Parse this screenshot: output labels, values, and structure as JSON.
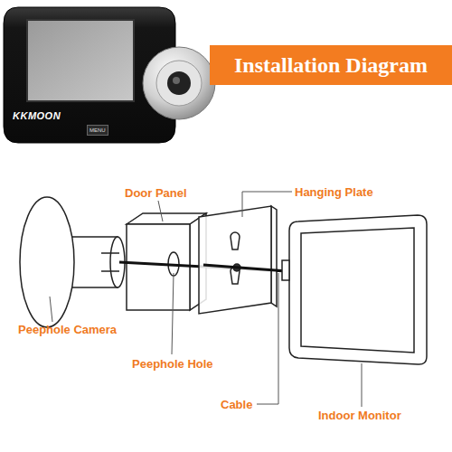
{
  "diagram": {
    "title": "Installation Diagram",
    "labels": [
      "KKMOON",
      "MENU",
      "Door Panel",
      "Hanging Plate",
      "Peephole Camera",
      "Peephole Hole",
      "Cable",
      "Indoor Monitor"
    ]
  }
}
